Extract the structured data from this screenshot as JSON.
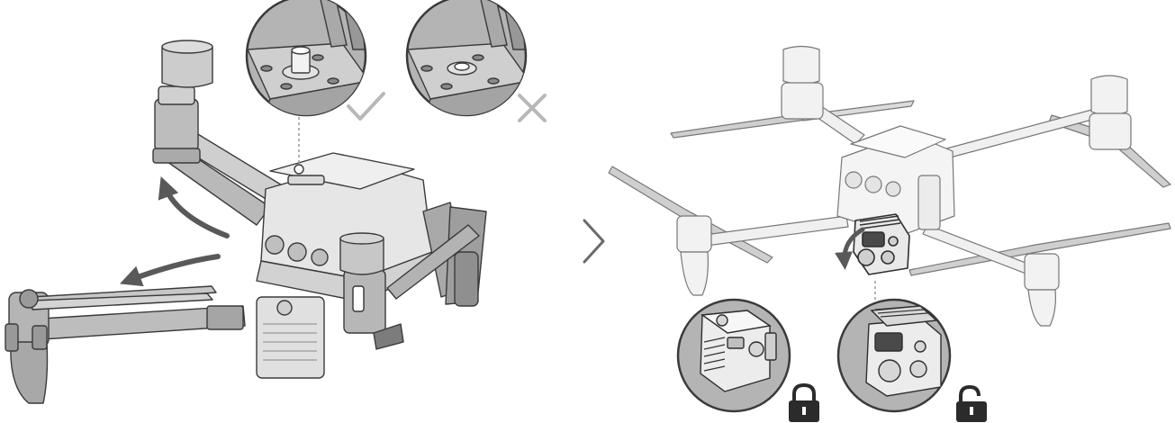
{
  "diagram": {
    "steps": [
      {
        "id": "unfold-arms",
        "caption": ""
      },
      {
        "id": "remove-gimbal-clamp",
        "caption": ""
      }
    ],
    "inset_callouts": [
      {
        "id": "arm-pin-correct",
        "mark": "check-icon",
        "state": "correct"
      },
      {
        "id": "arm-pin-incorrect",
        "mark": "cross-icon",
        "state": "incorrect"
      },
      {
        "id": "gimbal-locked",
        "mark": "lock-closed-icon",
        "state": "locked"
      },
      {
        "id": "gimbal-unlocked",
        "mark": "lock-open-icon",
        "state": "unlocked"
      }
    ],
    "arrows": [
      {
        "id": "front-arm-unfold",
        "direction": "counterclockwise-up"
      },
      {
        "id": "front-propeller-unfold",
        "direction": "left"
      },
      {
        "id": "gimbal-rotate",
        "direction": "counterclockwise"
      }
    ],
    "step_separator": "chevron-right-icon",
    "colors": {
      "line": "#3a3a3a",
      "fill_light": "#e9e9e9",
      "fill_mid": "#cfcfcf",
      "fill_dark": "#8a8a8a",
      "inset_bg": "#b4b4b4",
      "arrow": "#595959",
      "mark_gray": "#b8b8b8",
      "lock": "#2b2b2b"
    }
  }
}
